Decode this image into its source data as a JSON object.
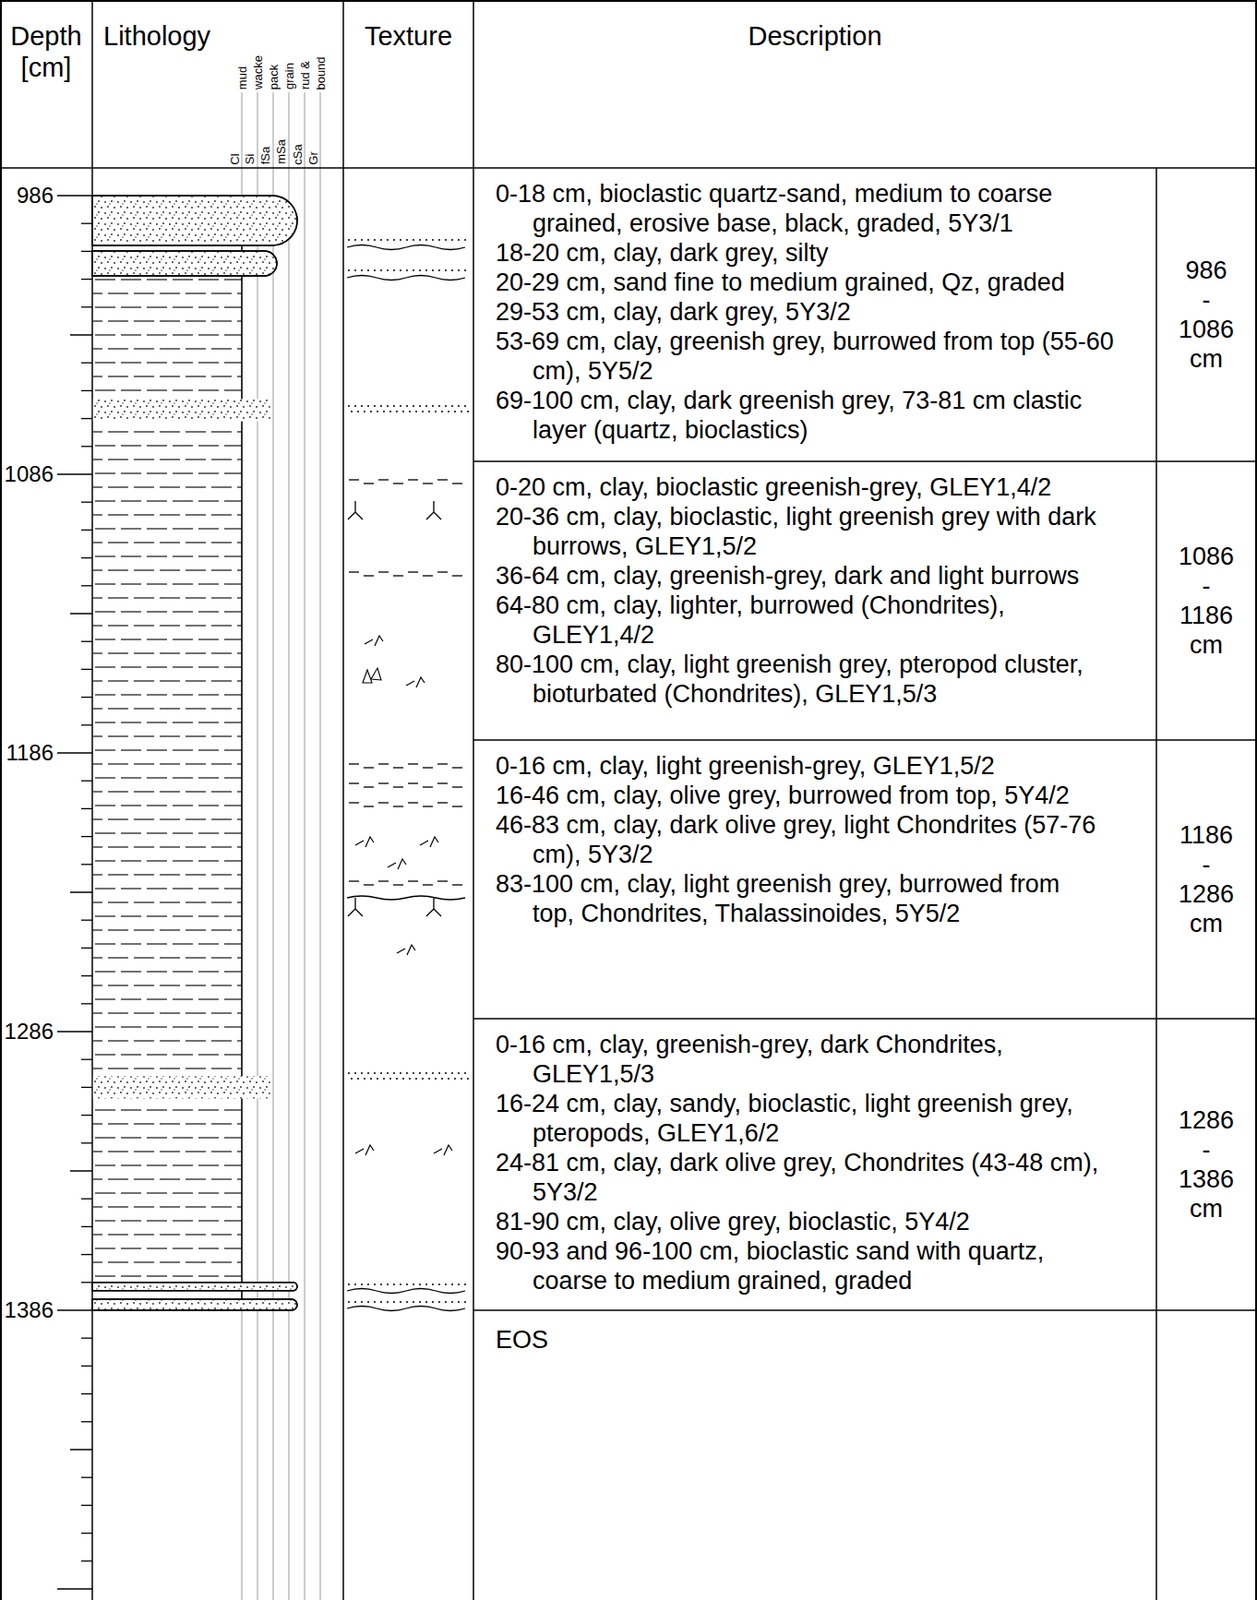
{
  "diagram": {
    "labels": [
      "Depth [cm]",
      "Lithology",
      "Cl",
      "Si",
      "fSa",
      "mSa",
      "cSa",
      "Gr",
      "mud",
      "wacke",
      "pack",
      "grain",
      "rud &",
      "bound",
      "Texture",
      "Description",
      "986",
      "1086",
      "1186",
      "1286",
      "1386",
      "0-18 cm, bioclastic quartz-sand, medium to coarse grained, erosive base, black, graded, 5Y3/1",
      "18-20 cm, clay, dark grey, silty",
      "20-29 cm, sand fine to medium grained, Qz, graded",
      "29-53 cm, clay, dark grey, 5Y3/2",
      "53-69 cm, clay, greenish grey, burrowed from top (55-60 cm), 5Y5/2",
      "69-100 cm, clay, dark greenish grey, 73-81 cm clastic layer (quartz, bioclastics)",
      "986 - 1086 cm",
      "0-20 cm, clay, bioclastic greenish-grey, GLEY1,4/2",
      "20-36 cm, clay, bioclastic, light greenish grey with dark burrows, GLEY1,5/2",
      "36-64 cm, clay, greenish-grey, dark and light burrows",
      "64-80 cm, clay, lighter, burrowed (Chondrites), GLEY1,4/2",
      "80-100 cm, clay, light greenish grey, pteropod cluster, bioturbated (Chondrites), GLEY1,5/3",
      "1086 - 1186 cm",
      "0-16 cm, clay, light greenish-grey, GLEY1,5/2",
      "16-46 cm, clay, olive grey, burrowed from top, 5Y4/2",
      "46-83 cm, clay, dark olive grey, light Chondrites (57-76 cm), 5Y3/2",
      "83-100 cm, clay, light greenish grey, burrowed from top, Chondrites, Thalassinoides, 5Y5/2",
      "1186 - 1286 cm",
      "0-16 cm, clay, greenish-grey, dark Chondrites, GLEY1,5/3",
      "16-24 cm, clay, sandy, bioclastic, light greenish grey, pteropods, GLEY1,6/2",
      "24-81 cm, clay, dark olive grey, Chondrites (43-48 cm), 5Y3/2",
      "81-90 cm, clay, olive grey, bioclastic, 5Y4/2",
      "90-93 and 96-100 cm, bioclastic sand with quartz, coarse to medium grained, graded",
      "1286 - 1386 cm",
      "EOS"
    ]
  }
}
